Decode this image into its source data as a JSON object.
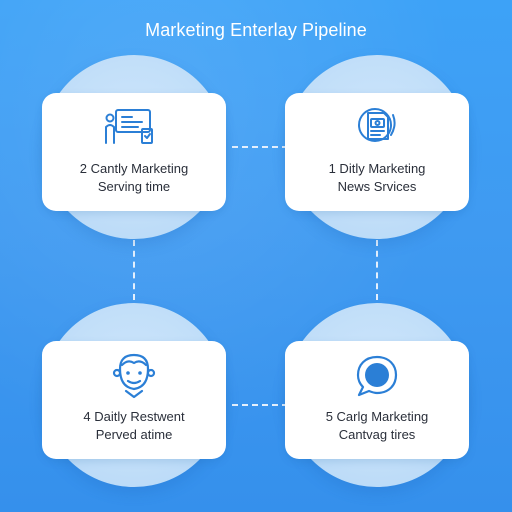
{
  "title": "Marketing Enterlay Pipeline",
  "nodes": [
    {
      "line1": "2 Cantly Marketing",
      "line2": "Serving time",
      "icon": "presentation-board-icon"
    },
    {
      "line1": "1 Ditly Marketing",
      "line2": "News Srvices",
      "icon": "document-money-icon"
    },
    {
      "line1": "4 Daitly Restwent",
      "line2": "Perved atime",
      "icon": "person-face-icon"
    },
    {
      "line1": "5 Carlg Marketing",
      "line2": "Cantvag tires",
      "icon": "chat-bubble-icon"
    }
  ],
  "colors": {
    "background": "#3f9af1",
    "accent": "#2b7fd6",
    "card": "#ffffff",
    "text": "#2a2f3a"
  }
}
